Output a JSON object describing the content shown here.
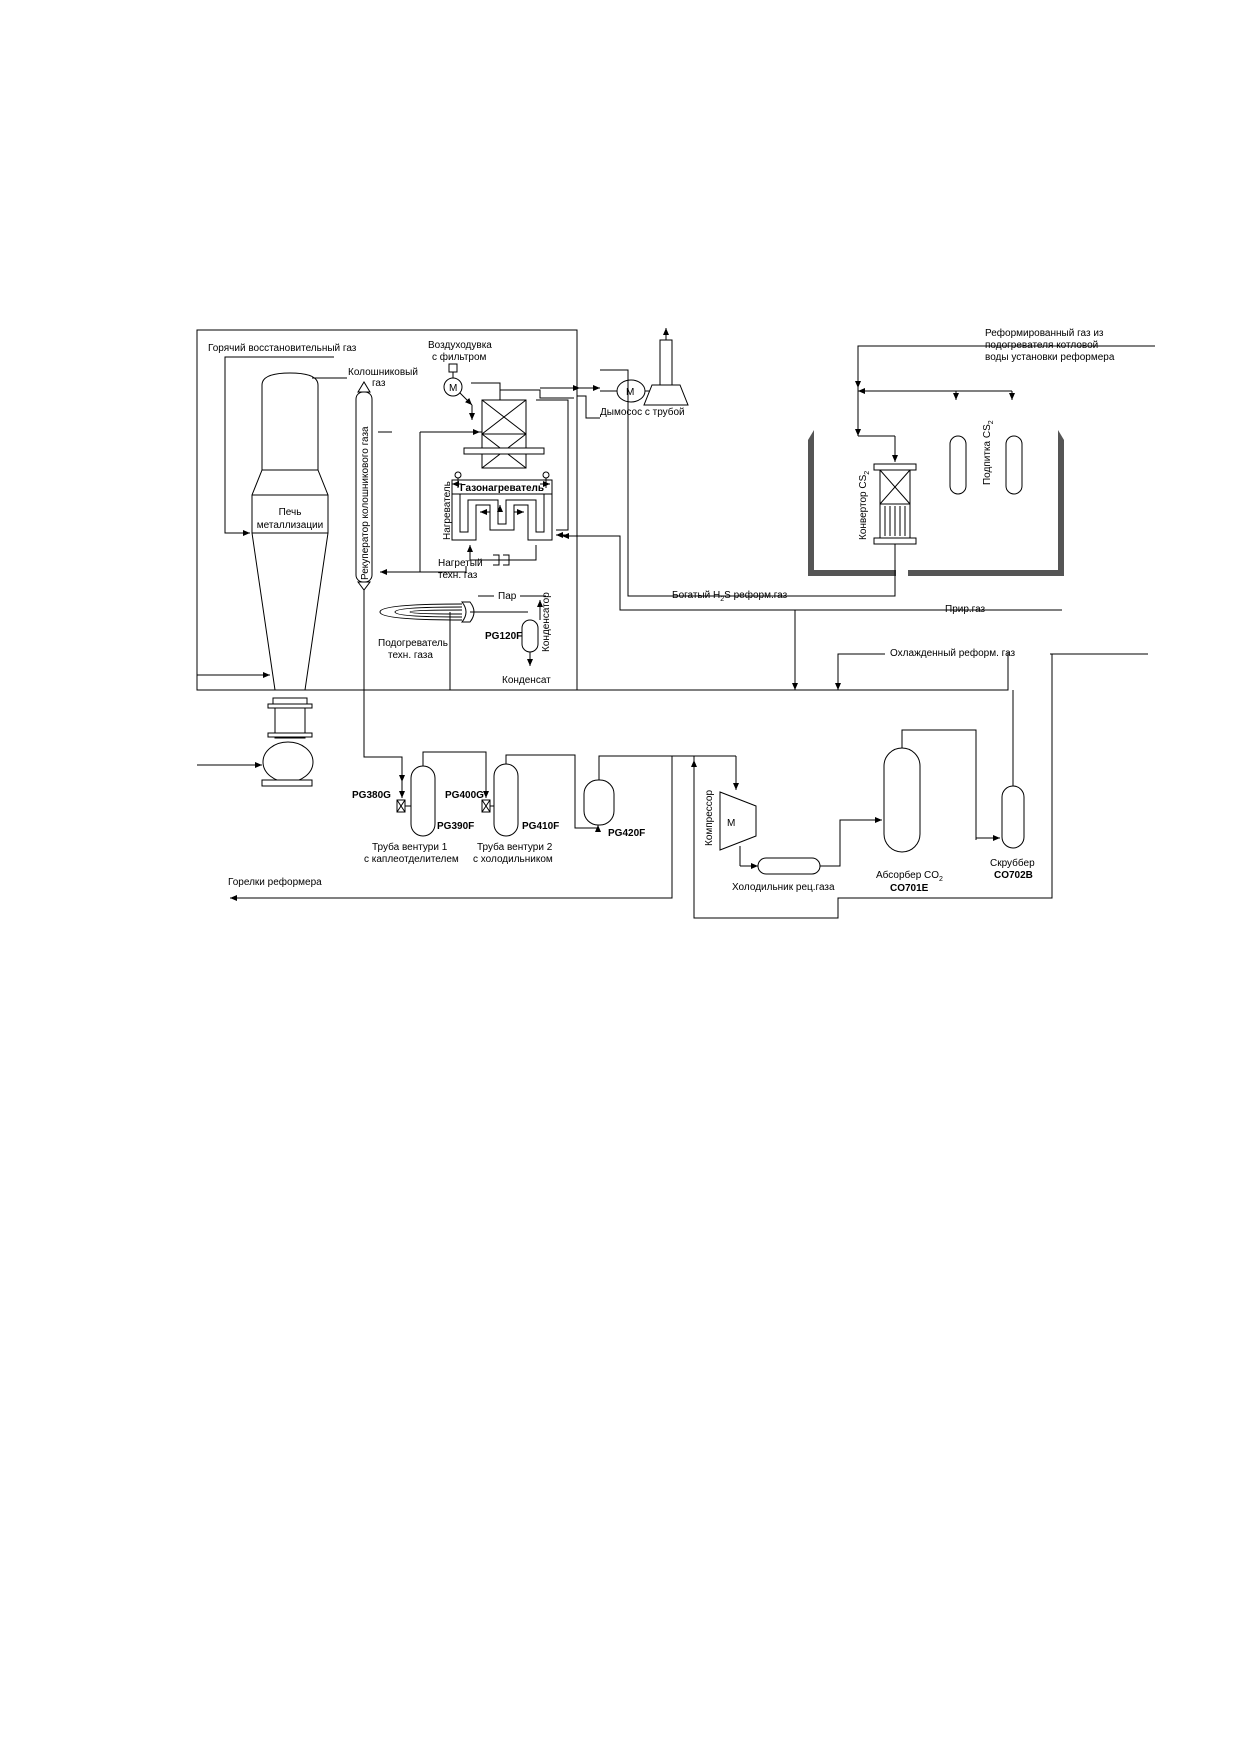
{
  "labels": {
    "hot_reducing_gas": "Горячий восстановительный газ",
    "top_gas_1": "Колошниковый",
    "top_gas_2": "газ",
    "blower_1": "Воздуходувка",
    "blower_2": "с фильтром",
    "motor_small": "M",
    "motor": "M",
    "exhauster": "Дымосос с трубой",
    "reformed_gas_1": "Реформированный газ из",
    "reformed_gas_2": "подогревателя котловой",
    "reformed_gas_3": "воды установки реформера",
    "furnace_1": "Печь",
    "furnace_2": "металлизации",
    "recuperator": "Рекуператор колошникового газа",
    "heater_vertical": "Нагреватель",
    "gas_heater": "Газонагреватель",
    "heated_gas_1": "Нагретый",
    "heated_gas_2": "техн. газ",
    "converter_main": "Конвертор CS",
    "converter_sub": "2",
    "makeup_main": "Подпитка CS",
    "makeup_sub": "2",
    "rich_gas_pre": "Богатый H",
    "rich_gas_sub": "2",
    "rich_gas_post": "S реформ.газ",
    "steam": "Пар",
    "nat_gas": "Прир.газ",
    "pg120f": "PG120F",
    "condenser": "Конденсатор",
    "preheater_1": "Подогреватель",
    "preheater_2": "техн. газа",
    "condensate": "Конденсат",
    "cooled_gas": "Охлажденный реформ. газ",
    "pg380g": "PG380G",
    "pg390f": "PG390F",
    "pg400g": "PG400G",
    "pg410f": "PG410F",
    "pg420f": "PG420F",
    "venturi1_1": "Труба вентури 1",
    "venturi1_2": "с каплеотделителем",
    "venturi2_1": "Труба вентури 2",
    "venturi2_2": "с холодильником",
    "compressor": "Компрессор",
    "motor_comp": "M",
    "cooler": "Холодильник рец.газа",
    "absorber_main": "Абсорбер CO",
    "absorber_sub": "2",
    "co701e": "CO701E",
    "scrubber": "Скруббер",
    "co702b": "CO702B",
    "burners": "Горелки реформера"
  }
}
